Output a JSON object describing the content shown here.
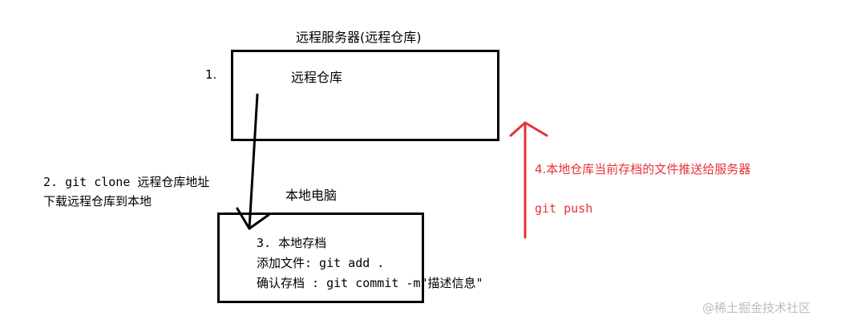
{
  "remote": {
    "title": "远程服务器(远程仓库)",
    "step_number": "1.",
    "box_label": "远程仓库"
  },
  "clone": {
    "line1": "2. git clone 远程仓库地址",
    "line2": "下载远程仓库到本地"
  },
  "local": {
    "title": "本地电脑",
    "step": "3. 本地存档",
    "add_line": "添加文件: git add .",
    "commit_line": "确认存档 : git commit -m\"描述信息\""
  },
  "push": {
    "label": "4.本地仓库当前存档的文件推送给服务器",
    "command": "git push"
  },
  "watermark": "@稀土掘金技术社区",
  "colors": {
    "ink": "#000000",
    "push": "#e8303a",
    "watermark": "#bdbdbd"
  }
}
